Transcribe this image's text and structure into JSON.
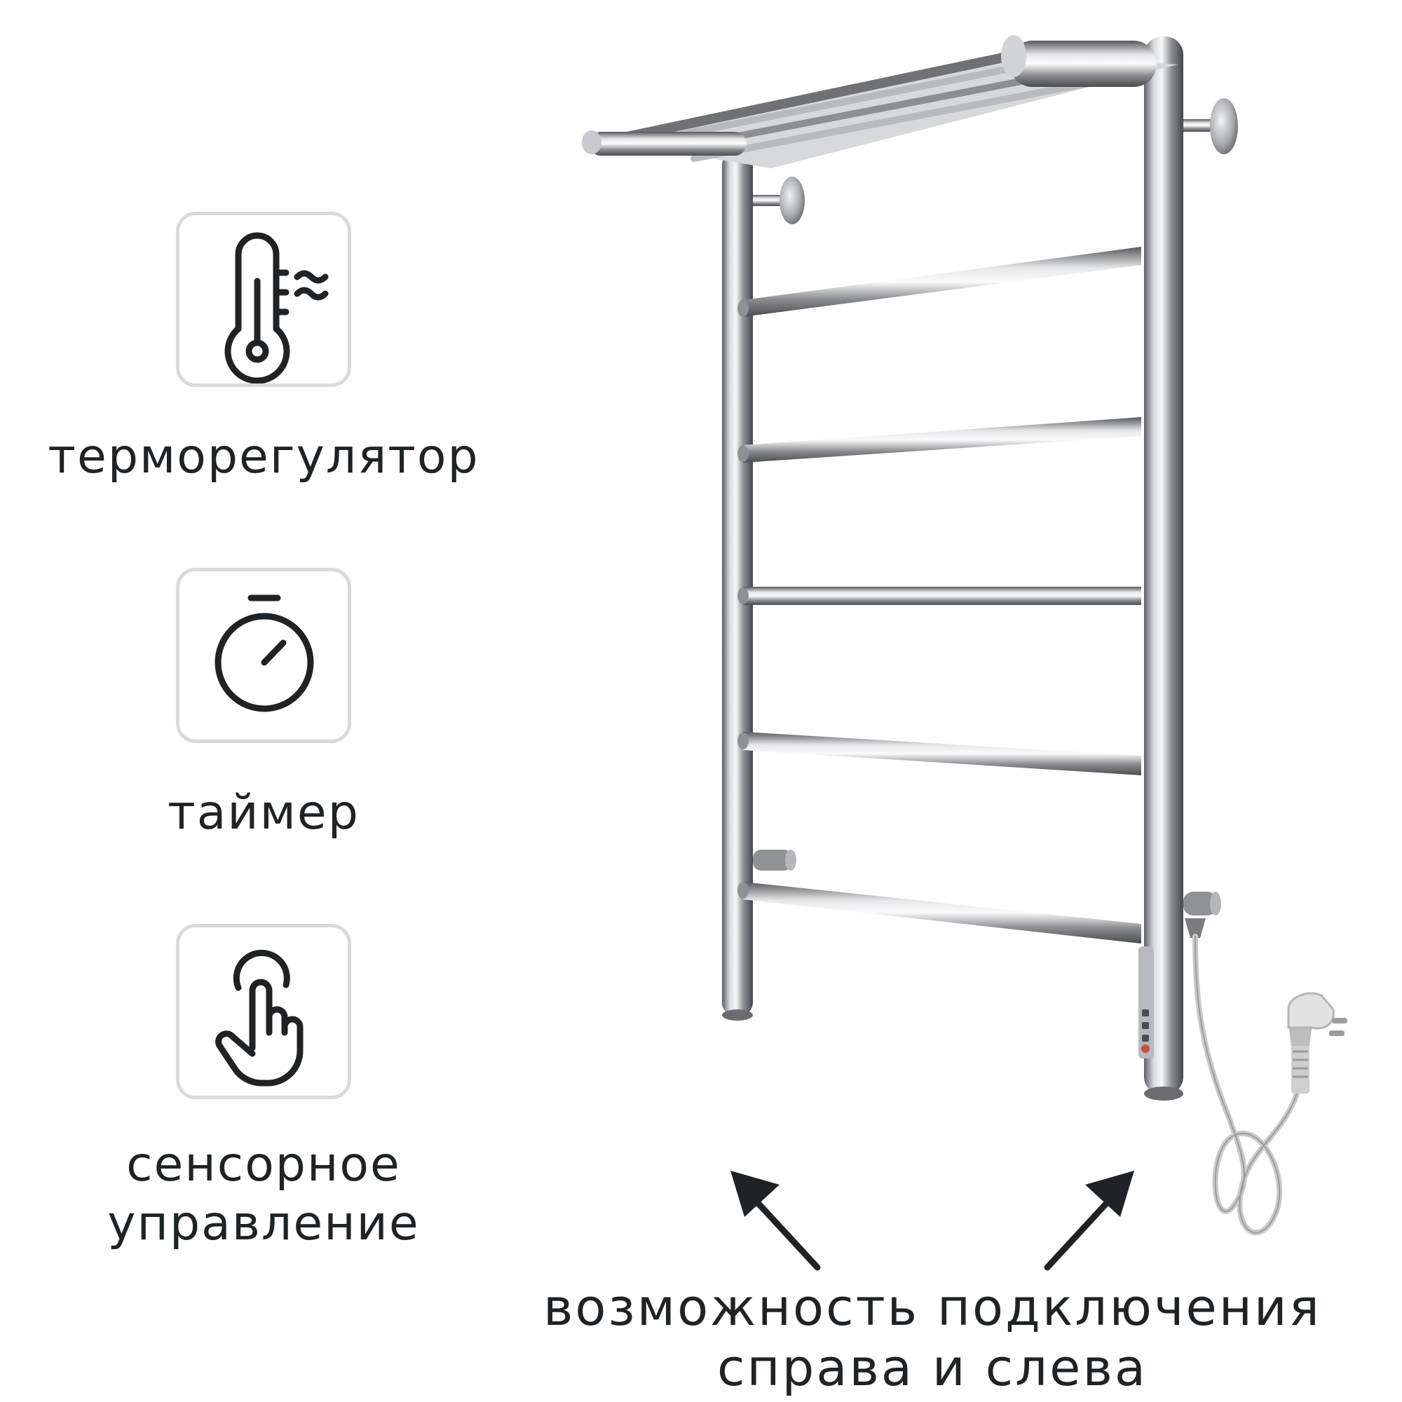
{
  "features": [
    {
      "icon": "thermometer-icon",
      "label": "терморегулятор"
    },
    {
      "icon": "stopwatch-icon",
      "label": "таймер"
    },
    {
      "icon": "touch-hand-icon",
      "label_line1": "сенсорное",
      "label_line2": "управление"
    }
  ],
  "connection": {
    "line1": "возможность подключения",
    "line2": "справа и слева"
  },
  "colors": {
    "text": "#1f2326",
    "box_border": "#dadada",
    "chrome": "#9a9ca0",
    "cable": "#c9c9c9"
  }
}
